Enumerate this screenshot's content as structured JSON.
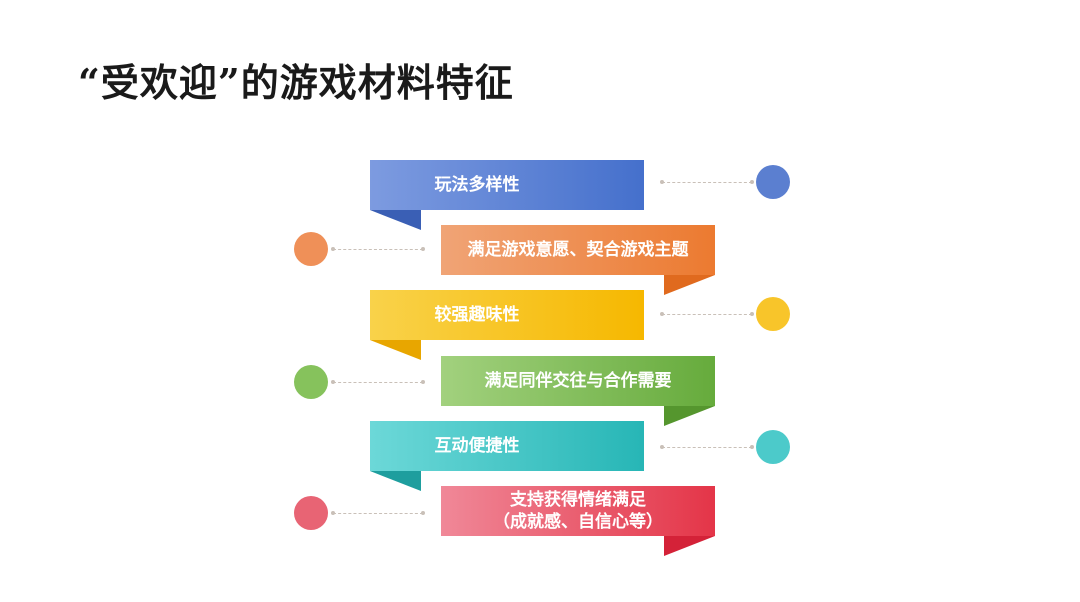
{
  "title": "“受欢迎”的游戏材料特征",
  "items": [
    {
      "label": "玩法多样性",
      "color": "#4a72cc"
    },
    {
      "label": "满足游戏意愿、契合游戏主题",
      "color": "#ee7a38"
    },
    {
      "label": "较强趣味性",
      "color": "#f8bd10"
    },
    {
      "label": "满足同伴交往与合作需要",
      "color": "#6cb043"
    },
    {
      "label": "互动便捷性",
      "color": "#2dbcbc"
    },
    {
      "label": "支持获得情绪满足",
      "label2": "（成就感、自信心等）",
      "color": "#e63a50"
    }
  ]
}
